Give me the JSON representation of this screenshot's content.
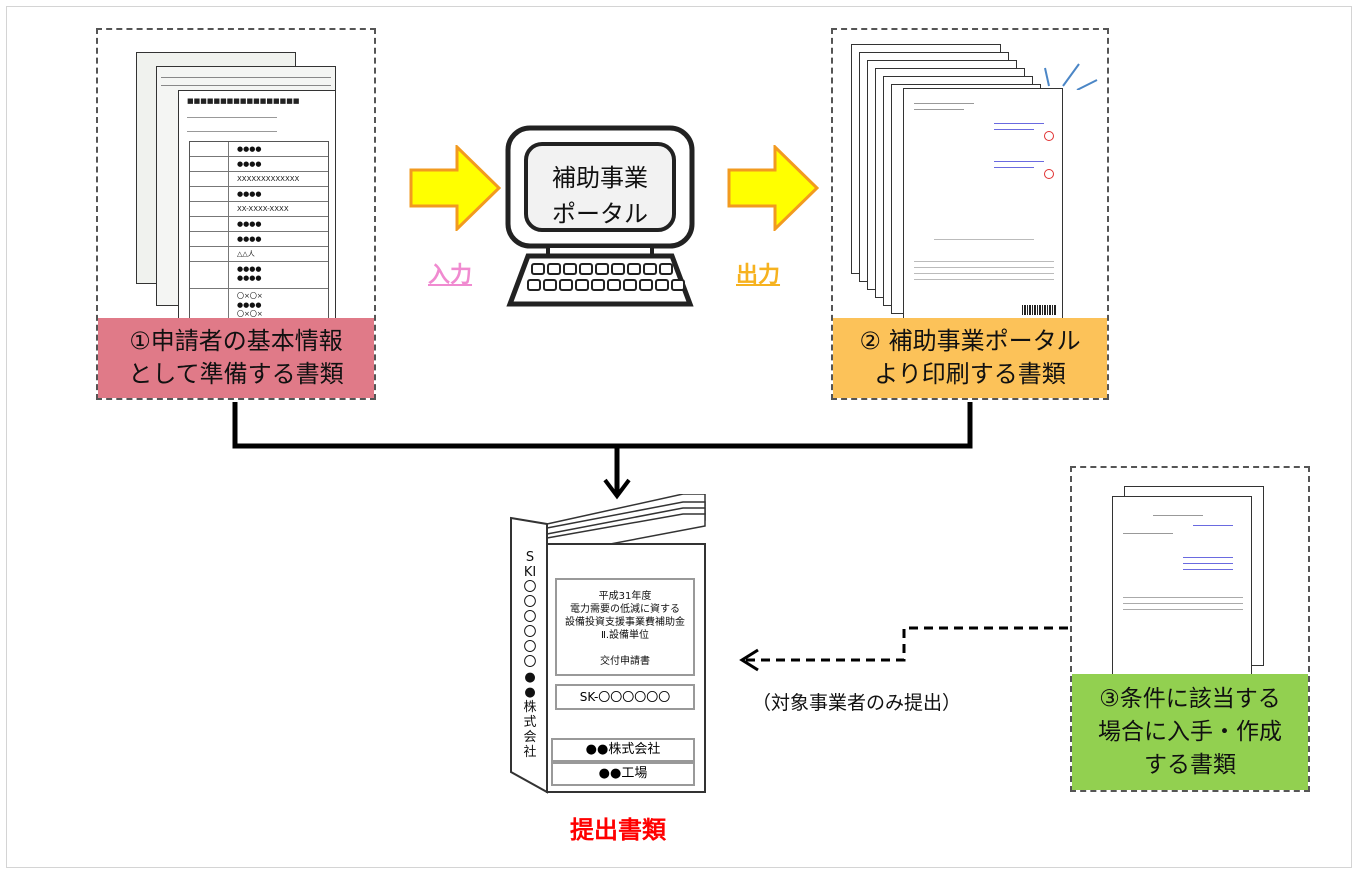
{
  "box1": {
    "label": "①申請者の基本情報\nとして準備する書類"
  },
  "box2": {
    "label": "② 補助事業ポータル\nより印刷する書類"
  },
  "box3": {
    "label": "③条件に該当する\n場合に入手・作成\nする書類"
  },
  "portal": {
    "label": "補助事業\nポータル"
  },
  "arrows": {
    "input": "入力",
    "output": "出力",
    "note": "（対象事業者のみ提出）"
  },
  "binder": {
    "cover_title": "平成31年度\n電力需要の低減に資する\n設備投資支援事業費補助金\nⅡ.設備単位\n\n交付申請書",
    "code": "SK-〇〇〇〇〇〇",
    "company": "●●株式会社",
    "factory": "●●工場",
    "spine_text": "SKI〇〇〇〇〇〇●●株式会社"
  },
  "submit_label": "提出書類",
  "form_rows": [
    {
      "value": "●●●●"
    },
    {
      "value": "●●●●"
    },
    {
      "value": "XXXXXXXXXXXXX"
    },
    {
      "value": "●●●●"
    },
    {
      "value": "XX-XXXX-XXXX"
    },
    {
      "value": "●●●●"
    },
    {
      "value": "●●●●"
    },
    {
      "value": "△△人"
    },
    {
      "value": "●●●●\n●●●●"
    },
    {
      "value": "〇×〇×\n●●●●\n〇×〇×"
    }
  ],
  "colors": {
    "label_red": "#e07a88",
    "label_orange": "#fcc259",
    "label_green": "#92d050",
    "arrow_fill": "#ffff00",
    "arrow_stroke": "#f29a1f",
    "input_text": "#f08ad0",
    "output_text": "#f6b21f",
    "submit_text": "#ff0000"
  }
}
